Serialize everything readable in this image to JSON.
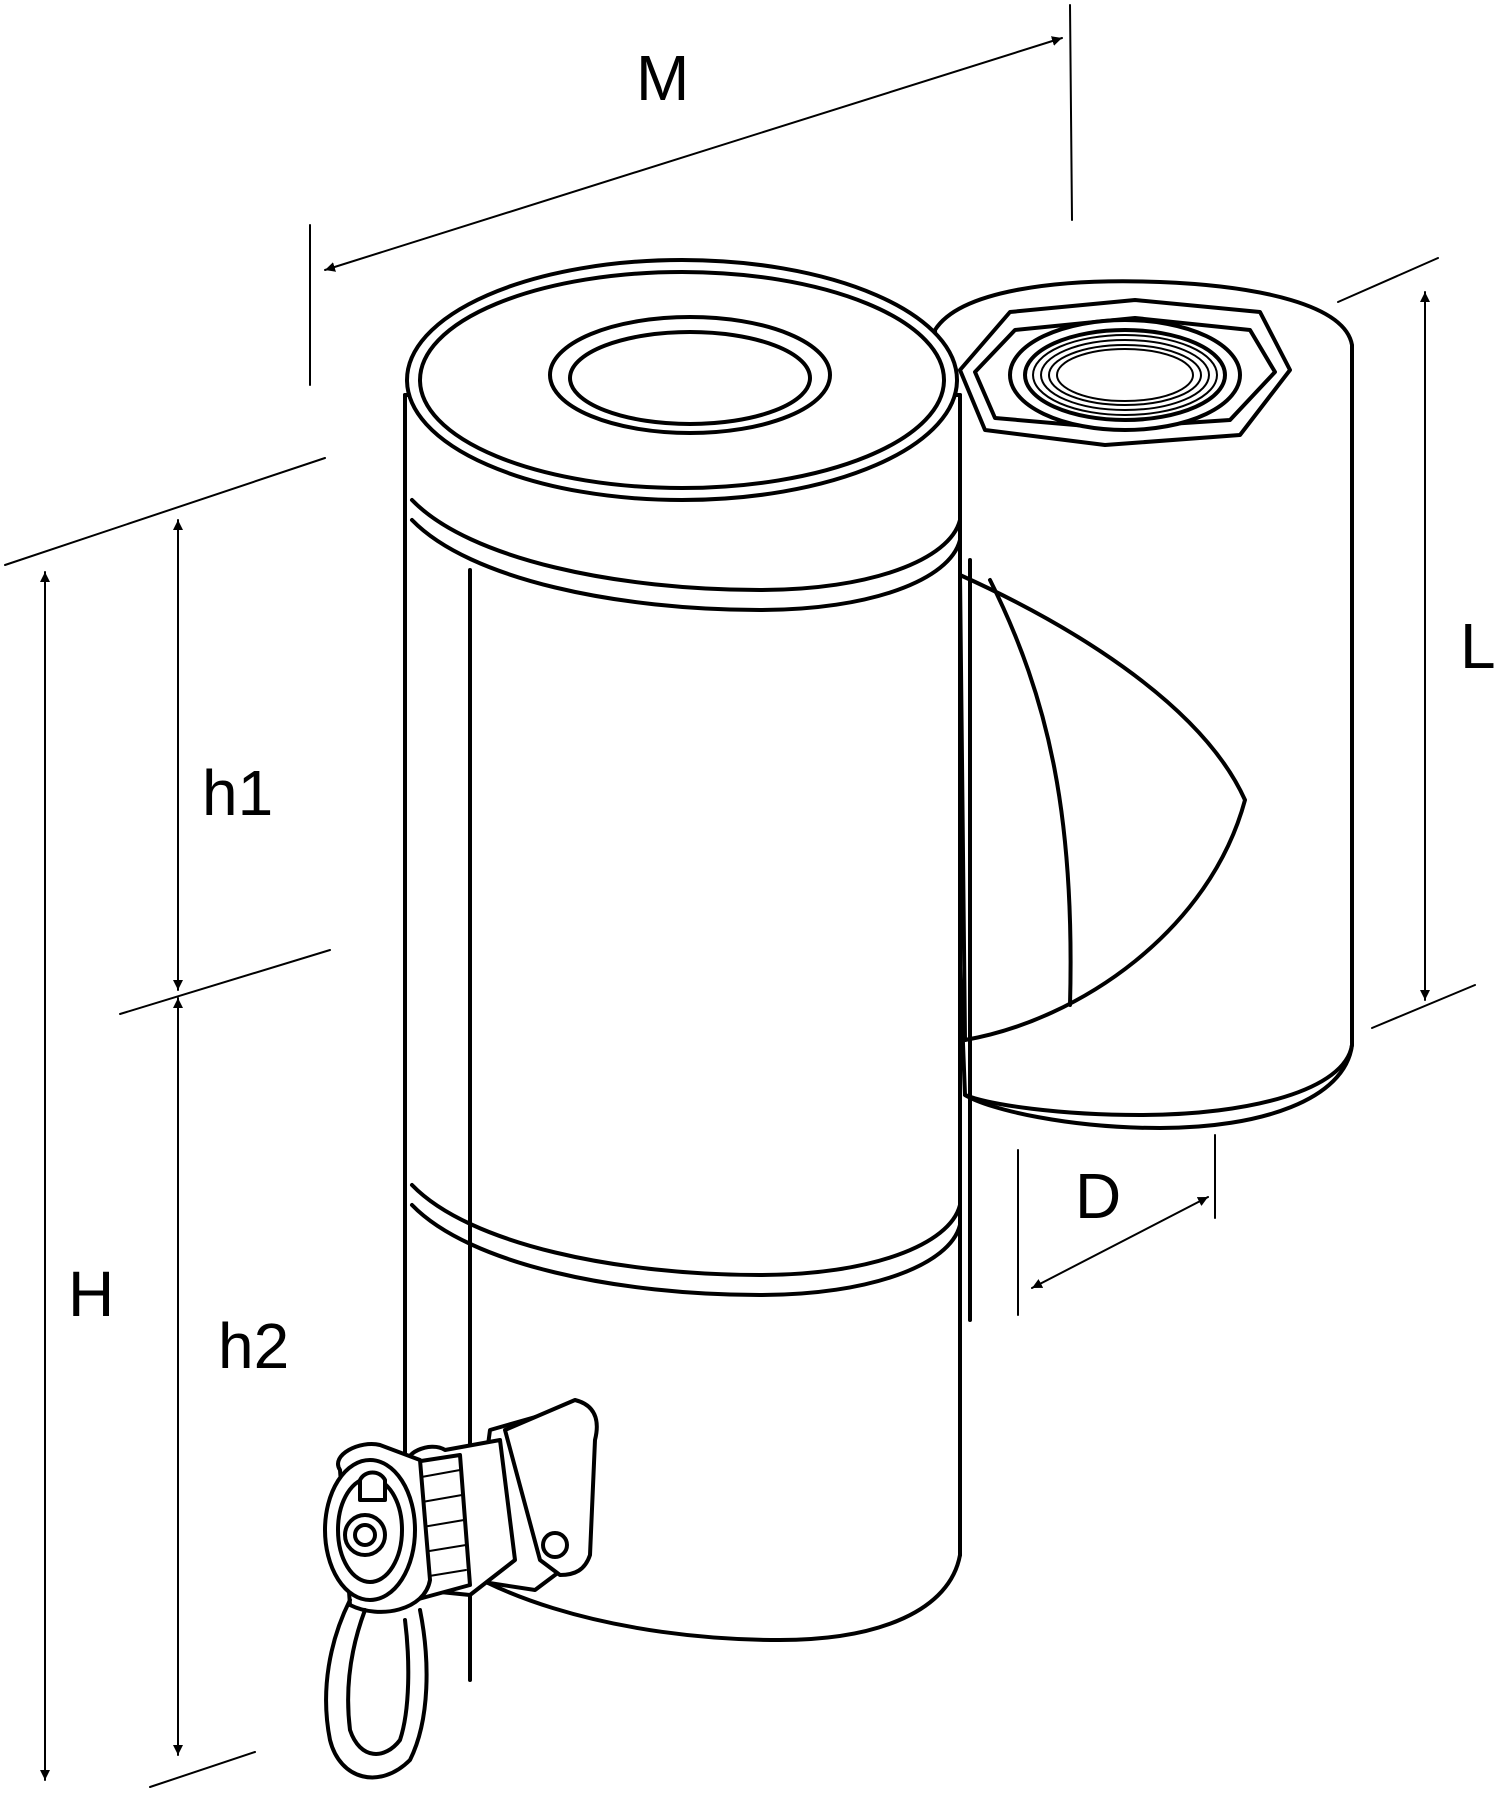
{
  "diagram": {
    "dimension_labels": {
      "M": "M",
      "L": "L",
      "D": "D",
      "h1": "h1",
      "h2": "h2",
      "H": "H"
    },
    "line_color": "#000000",
    "background_color": "#ffffff"
  }
}
